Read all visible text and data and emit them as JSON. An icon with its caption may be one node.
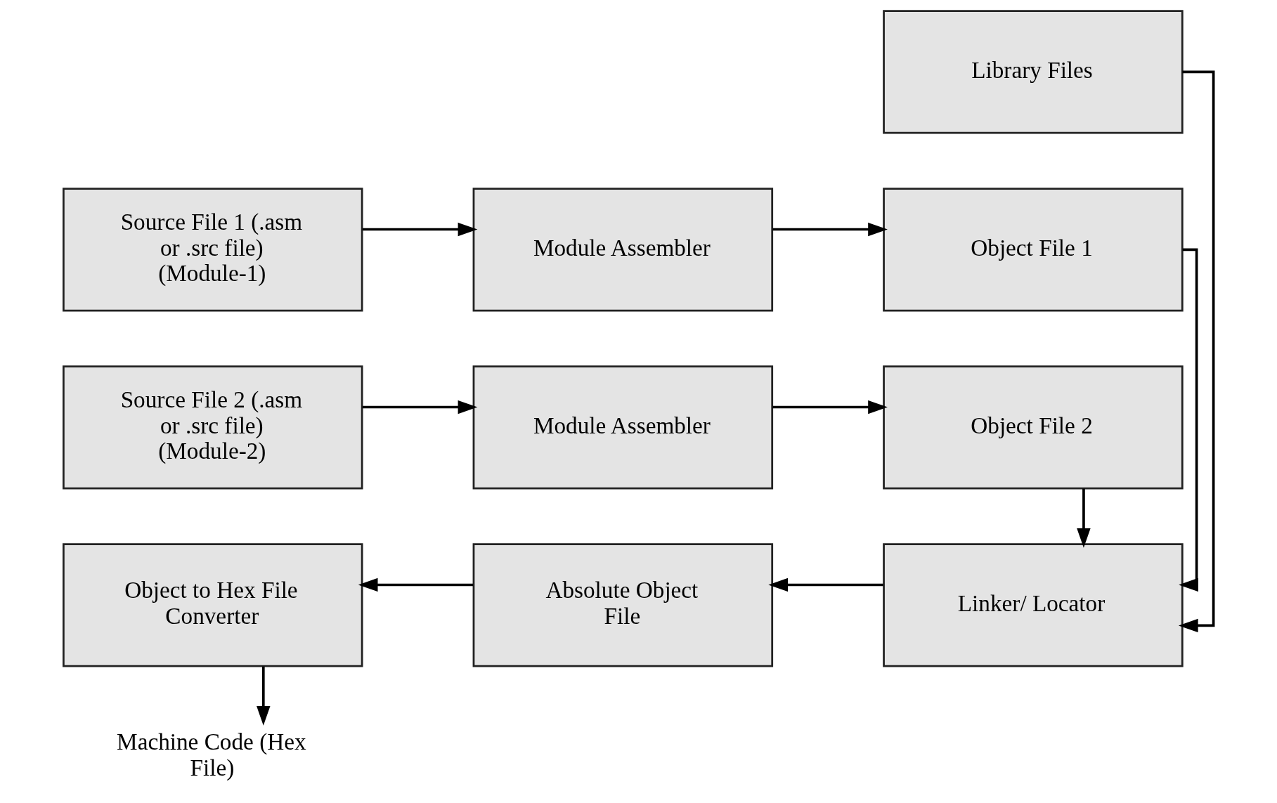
{
  "diagram": {
    "nodes": [
      {
        "text": [
          "Library Files"
        ]
      },
      {
        "text": [
          "Source File 1 (.asm or .src file) (Module-1)"
        ]
      },
      {
        "text": [
          "Module Assembler"
        ]
      },
      {
        "text": [
          "Object File 1"
        ]
      },
      {
        "text": [
          "Source File 2 (.asm or .src file) (Module-2)"
        ]
      },
      {
        "text": [
          "Module Assembler"
        ]
      },
      {
        "text": [
          "Object File 2"
        ]
      },
      {
        "text": [
          "Object to Hex File Converter"
        ]
      },
      {
        "text": [
          "Absolute Object File"
        ]
      },
      {
        "text": [
          "Linker/ Locator"
        ]
      },
      {
        "text": [
          "Machine Code (Hex File)"
        ]
      }
    ],
    "edges": [
      {
        "from": 1,
        "to": 2,
        "arrow": "to"
      },
      {
        "from": 2,
        "to": 3,
        "arrow": "to"
      },
      {
        "from": 4,
        "to": 5,
        "arrow": "to"
      },
      {
        "from": 5,
        "to": 6,
        "arrow": "to"
      },
      {
        "from": 0,
        "to": 9,
        "arrow": "to"
      },
      {
        "from": 3,
        "to": 9,
        "arrow": "to"
      },
      {
        "from": 6,
        "to": 9,
        "arrow": "to"
      },
      {
        "from": 9,
        "to": 8,
        "arrow": "to"
      },
      {
        "from": 8,
        "to": 7,
        "arrow": "to"
      },
      {
        "from": 7,
        "to": 10,
        "arrow": "to"
      }
    ]
  }
}
